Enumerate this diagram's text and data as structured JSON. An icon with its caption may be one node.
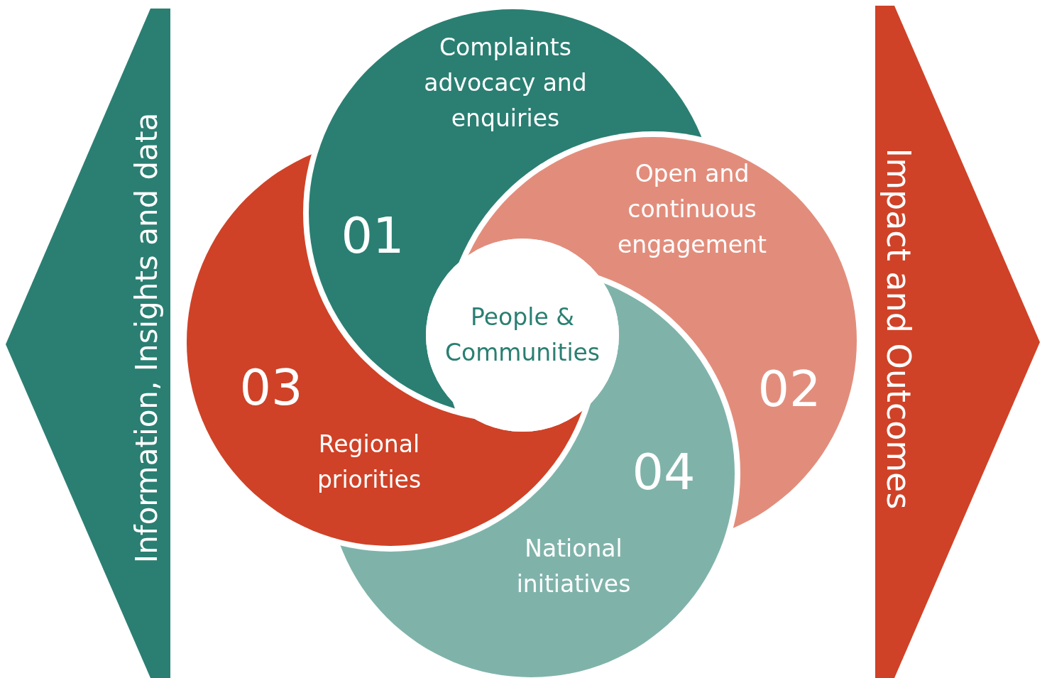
{
  "diagram": {
    "nodes": [
      {
        "text": [
          "Information, Insights and data"
        ]
      },
      {
        "text": [
          "Complaints advocacy and enquiries",
          "01"
        ]
      },
      {
        "text": [
          "Open and continuous engagement",
          "02"
        ]
      },
      {
        "text": [
          "Regional priorities",
          "03"
        ]
      },
      {
        "text": [
          "National initiatives",
          "04"
        ]
      },
      {
        "text": [
          "People & Communities"
        ]
      },
      {
        "text": [
          "Impact and Outcomes"
        ]
      }
    ]
  }
}
